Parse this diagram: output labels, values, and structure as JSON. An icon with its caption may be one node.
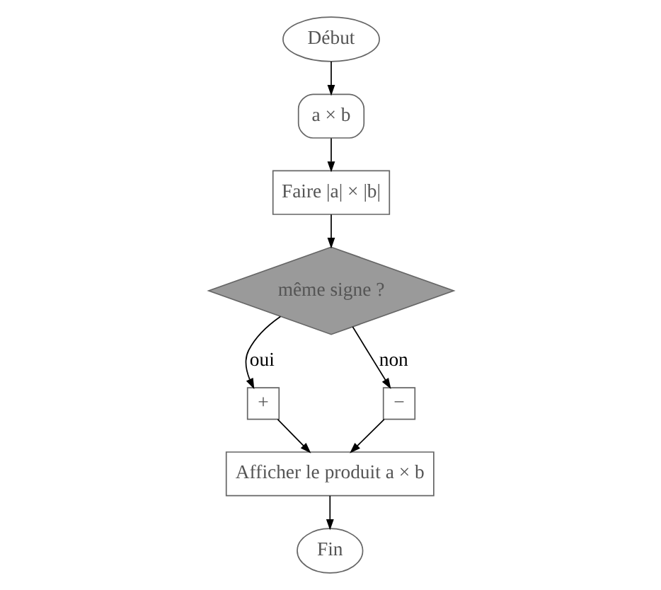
{
  "diagram": {
    "nodes": [
      {
        "text": [
          "Début"
        ]
      },
      {
        "text": [
          "a × b"
        ]
      },
      {
        "text": [
          "Faire |a| × |b|"
        ]
      },
      {
        "text": [
          "même signe ?"
        ]
      },
      {
        "text": [
          "+"
        ]
      },
      {
        "text": [
          "−"
        ]
      },
      {
        "text": [
          "Afficher le produit a × b"
        ]
      },
      {
        "text": [
          "Fin"
        ]
      }
    ],
    "edges": [
      {
        "from": 0,
        "to": 1,
        "arrow": "to"
      },
      {
        "from": 1,
        "to": 2,
        "arrow": "to"
      },
      {
        "from": 2,
        "to": 3,
        "arrow": "to"
      },
      {
        "from": 3,
        "to": 4,
        "arrow": "to",
        "label": "oui"
      },
      {
        "from": 3,
        "to": 5,
        "arrow": "to",
        "label": "non"
      },
      {
        "from": 4,
        "to": 6,
        "arrow": "to"
      },
      {
        "from": 5,
        "to": 6,
        "arrow": "to"
      },
      {
        "from": 6,
        "to": 7,
        "arrow": "to"
      }
    ]
  }
}
